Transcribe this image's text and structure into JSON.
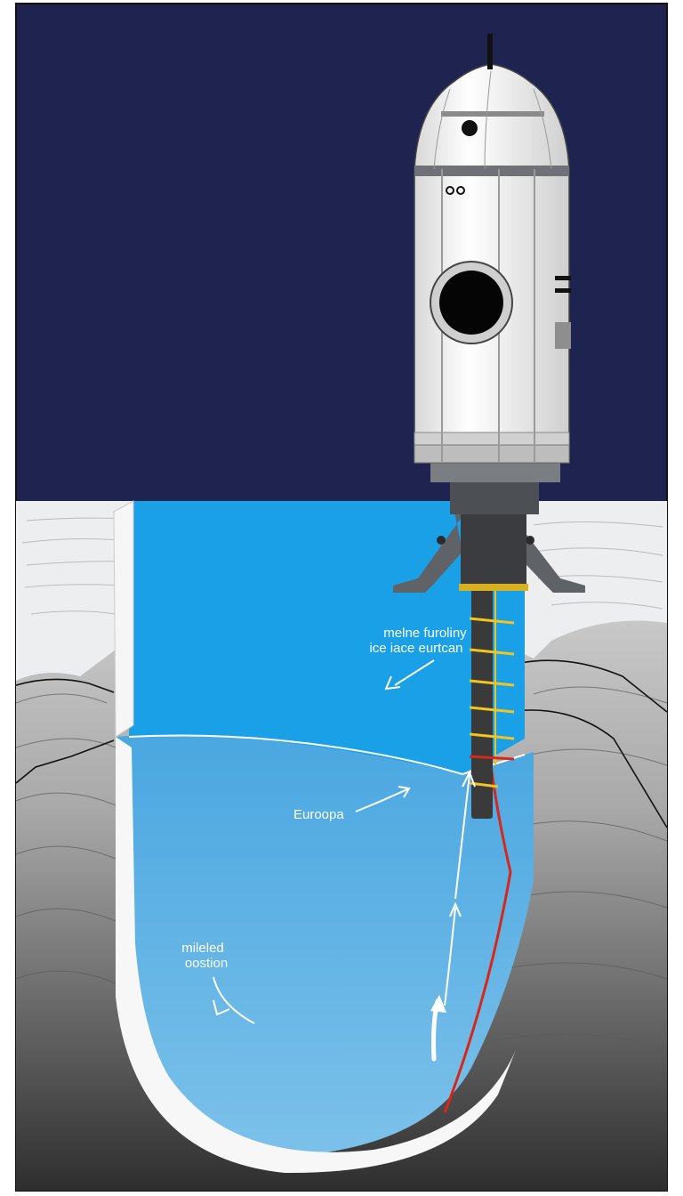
{
  "labels": {
    "ice_surface_line1": "melne furoliny",
    "ice_surface_line2": "ice iace eurtcan",
    "ocean": "Euroopa",
    "melted_line1": "mileled",
    "melted_line2": "oostion"
  },
  "colors": {
    "sky": "#1f2350",
    "ice_surface": "#eceef0",
    "water_shaft": "#1aa0e6",
    "water_ocean": "#5fb0e2",
    "rock_dark": "#3b3b3b",
    "hull": "#f4f4f4",
    "tether_red": "#d6281a",
    "tether_yellow": "#f2c420",
    "strut": "#5f6266"
  },
  "icons": [
    "cryobot-probe",
    "drill-bore",
    "tether-cable",
    "flow-arrow"
  ]
}
